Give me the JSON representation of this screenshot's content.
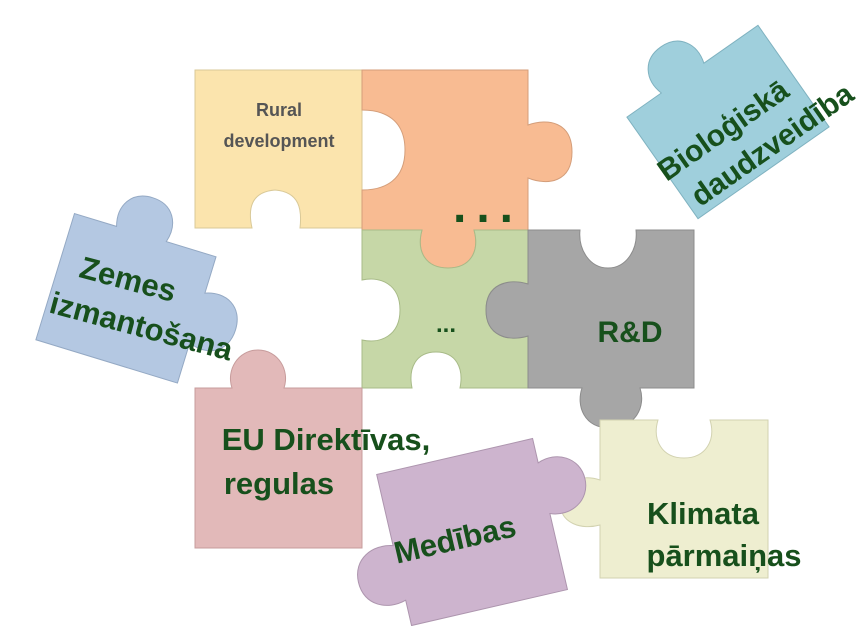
{
  "colors": {
    "label_green": "#17501c",
    "label_gray": "#555555",
    "rural": "#fbe4ad",
    "orange": "#f8bb92",
    "green": "#c6d7a7",
    "gray": "#a6a6a6",
    "blue_land": "#b4c8e2",
    "teal": "#9fcfdc",
    "pink": "#e2b9b9",
    "purple": "#cdb4ce",
    "yellow": "#eeeed0"
  },
  "pieces": {
    "rural": {
      "line1": "Rural",
      "line2": "development"
    },
    "dots": {
      "label": "..."
    },
    "green": {
      "label": "..."
    },
    "gray": {
      "label": "R&D"
    },
    "land": {
      "line1": "Zemes",
      "line2": "izmantošana"
    },
    "bio": {
      "line1": "Bioloģiskā",
      "line2": "daudzveidība"
    },
    "eu": {
      "line1": "EU Direktīvas,",
      "line2": "regulas"
    },
    "hunting": {
      "label": "Medības"
    },
    "climate": {
      "line1": "Klimata",
      "line2": "pārmaiņas"
    }
  }
}
